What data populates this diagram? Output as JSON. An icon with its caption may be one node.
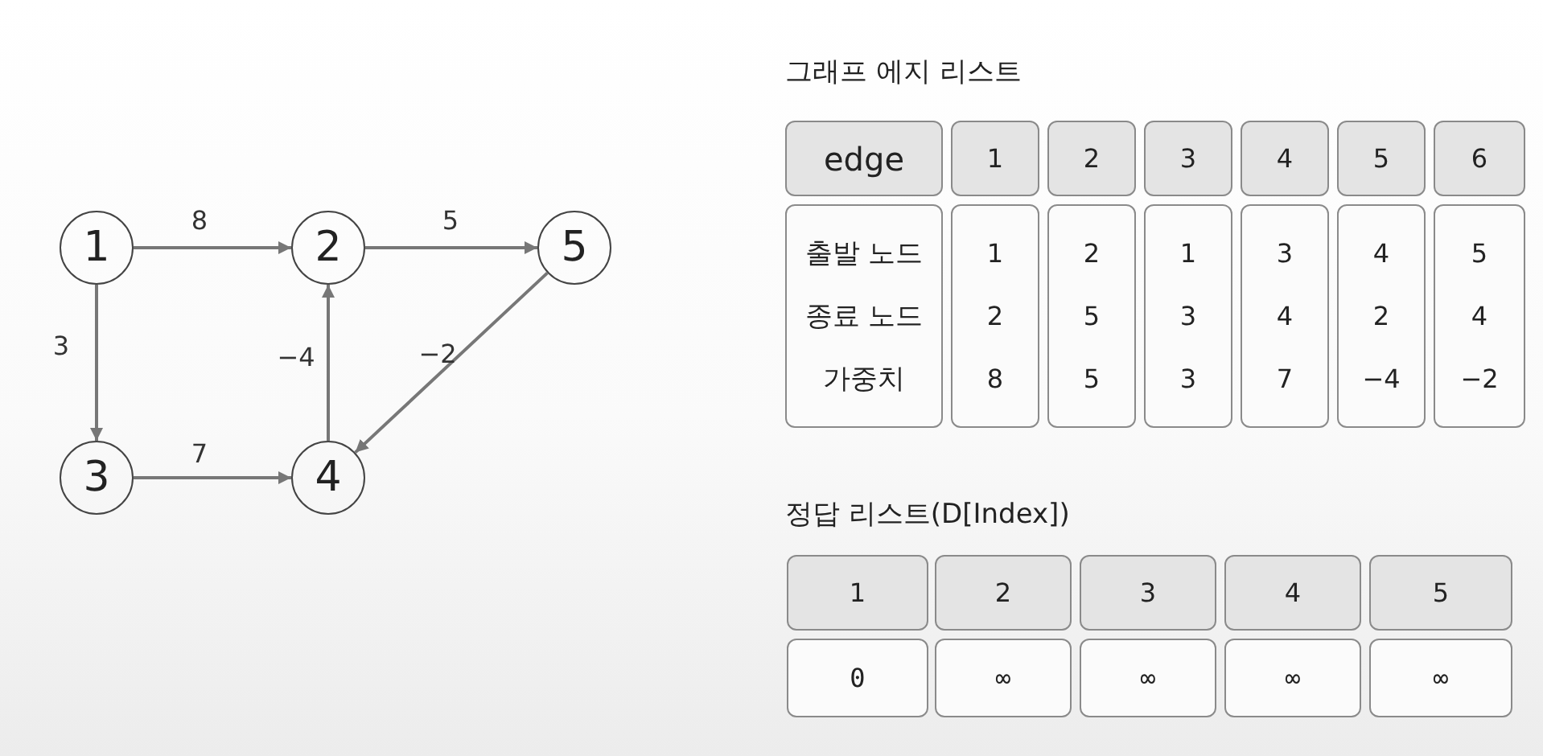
{
  "diagram": {
    "nodes": [
      {
        "text": [
          "1"
        ]
      },
      {
        "text": [
          "2"
        ]
      },
      {
        "text": [
          "5"
        ]
      },
      {
        "text": [
          "3"
        ]
      },
      {
        "text": [
          "4"
        ]
      },
      {
        "text": [
          "edge"
        ]
      },
      {
        "text": [
          "1"
        ]
      },
      {
        "text": [
          "2"
        ]
      },
      {
        "text": [
          "3"
        ]
      },
      {
        "text": [
          "4"
        ]
      },
      {
        "text": [
          "5"
        ]
      },
      {
        "text": [
          "6"
        ]
      },
      {
        "text": [
          "출발 노드",
          "종료 노드",
          "가중치"
        ]
      },
      {
        "text": [
          "1",
          "2",
          "8"
        ]
      },
      {
        "text": [
          "2",
          "5",
          "5"
        ]
      },
      {
        "text": [
          "1",
          "3",
          "3"
        ]
      },
      {
        "text": [
          "3",
          "4",
          "7"
        ]
      },
      {
        "text": [
          "4",
          "2",
          "−4"
        ]
      },
      {
        "text": [
          "5",
          "4",
          "−2"
        ]
      },
      {
        "text": [
          "1"
        ]
      },
      {
        "text": [
          "2"
        ]
      },
      {
        "text": [
          "3"
        ]
      },
      {
        "text": [
          "4"
        ]
      },
      {
        "text": [
          "5"
        ]
      },
      {
        "text": [
          "0"
        ]
      },
      {
        "text": [
          "∞"
        ]
      },
      {
        "text": [
          "∞"
        ]
      },
      {
        "text": [
          "∞"
        ]
      },
      {
        "text": [
          "∞"
        ]
      }
    ],
    "edges": [
      {
        "from": 0,
        "to": 1,
        "arrow": "to",
        "label": "8"
      },
      {
        "from": 1,
        "to": 2,
        "arrow": "to",
        "label": "5"
      },
      {
        "from": 0,
        "to": 3,
        "arrow": "to",
        "label": "3"
      },
      {
        "from": 4,
        "to": 1,
        "arrow": "to",
        "label": "−4"
      },
      {
        "from": 2,
        "to": 4,
        "arrow": "to",
        "label": "−2"
      },
      {
        "from": 3,
        "to": 4,
        "arrow": "to",
        "label": "7"
      }
    ],
    "labels": [
      "그래프 에지 리스트",
      "정답 리스트(D[Index])"
    ]
  }
}
